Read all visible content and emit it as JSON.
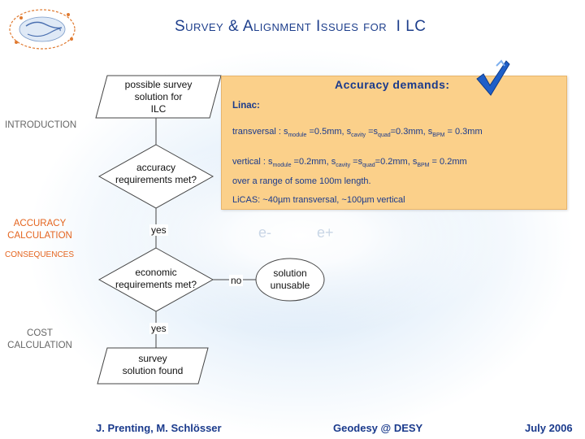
{
  "header": {
    "title_part1": "Survey & Alignment Issues for",
    "title_part2": "I LC"
  },
  "side_labels": {
    "introduction": "INTRODUCTION",
    "accuracy_calculation_line1": "ACCURACY",
    "accuracy_calculation_line2": "CALCULATION",
    "consequences": "CONSEQUENCES",
    "cost_calculation_line1": "COST",
    "cost_calculation_line2": "CALCULATION"
  },
  "flowchart": {
    "step1_line1": "possible survey",
    "step1_line2": "solution for",
    "step1_line3": "ILC",
    "decision1_line1": "accuracy",
    "decision1_line2": "requirements met?",
    "yes1": "yes",
    "decision2_line1": "economic",
    "decision2_line2": "requirements met?",
    "no": "no",
    "unusable_line1": "solution",
    "unusable_line2": "unusable",
    "yes2": "yes",
    "result_line1": "survey",
    "result_line2": "solution found"
  },
  "accuracy_panel": {
    "heading": "Accuracy demands:",
    "linac": "Linac:",
    "transversal": {
      "prefix": "transversal :  s",
      "sub1": "module",
      "t1": " =0.5mm,  s",
      "sub2": "cavity",
      "t2": " =s",
      "sub3": "quad",
      "t3": "=0.3mm,  s",
      "sub4": "BPM",
      "t4": " = 0.3mm"
    },
    "vertical": {
      "prefix": "vertical :  s",
      "sub1": "module",
      "t1": " =0.2mm,  s",
      "sub2": "cavity",
      "t2": " =s",
      "sub3": "quad",
      "t3": "=0.2mm,  s",
      "sub4": "BPM",
      "t4": " = 0.2mm"
    },
    "range": "over a range of some 100m length.",
    "licas": "LiCAS: ~40µm transversal, ~100µm vertical"
  },
  "background": {
    "e_minus": "e-",
    "e_plus": "e+"
  },
  "footer": {
    "authors": "J. Prenting, M. Schlösser",
    "institute": "Geodesy @ DESY",
    "date": "July 2006"
  },
  "colors": {
    "title": "#1e3f8c",
    "accent_orange": "#e4641e",
    "panel_fill": "#fbd08a",
    "text_blue": "#1a3a8c"
  }
}
